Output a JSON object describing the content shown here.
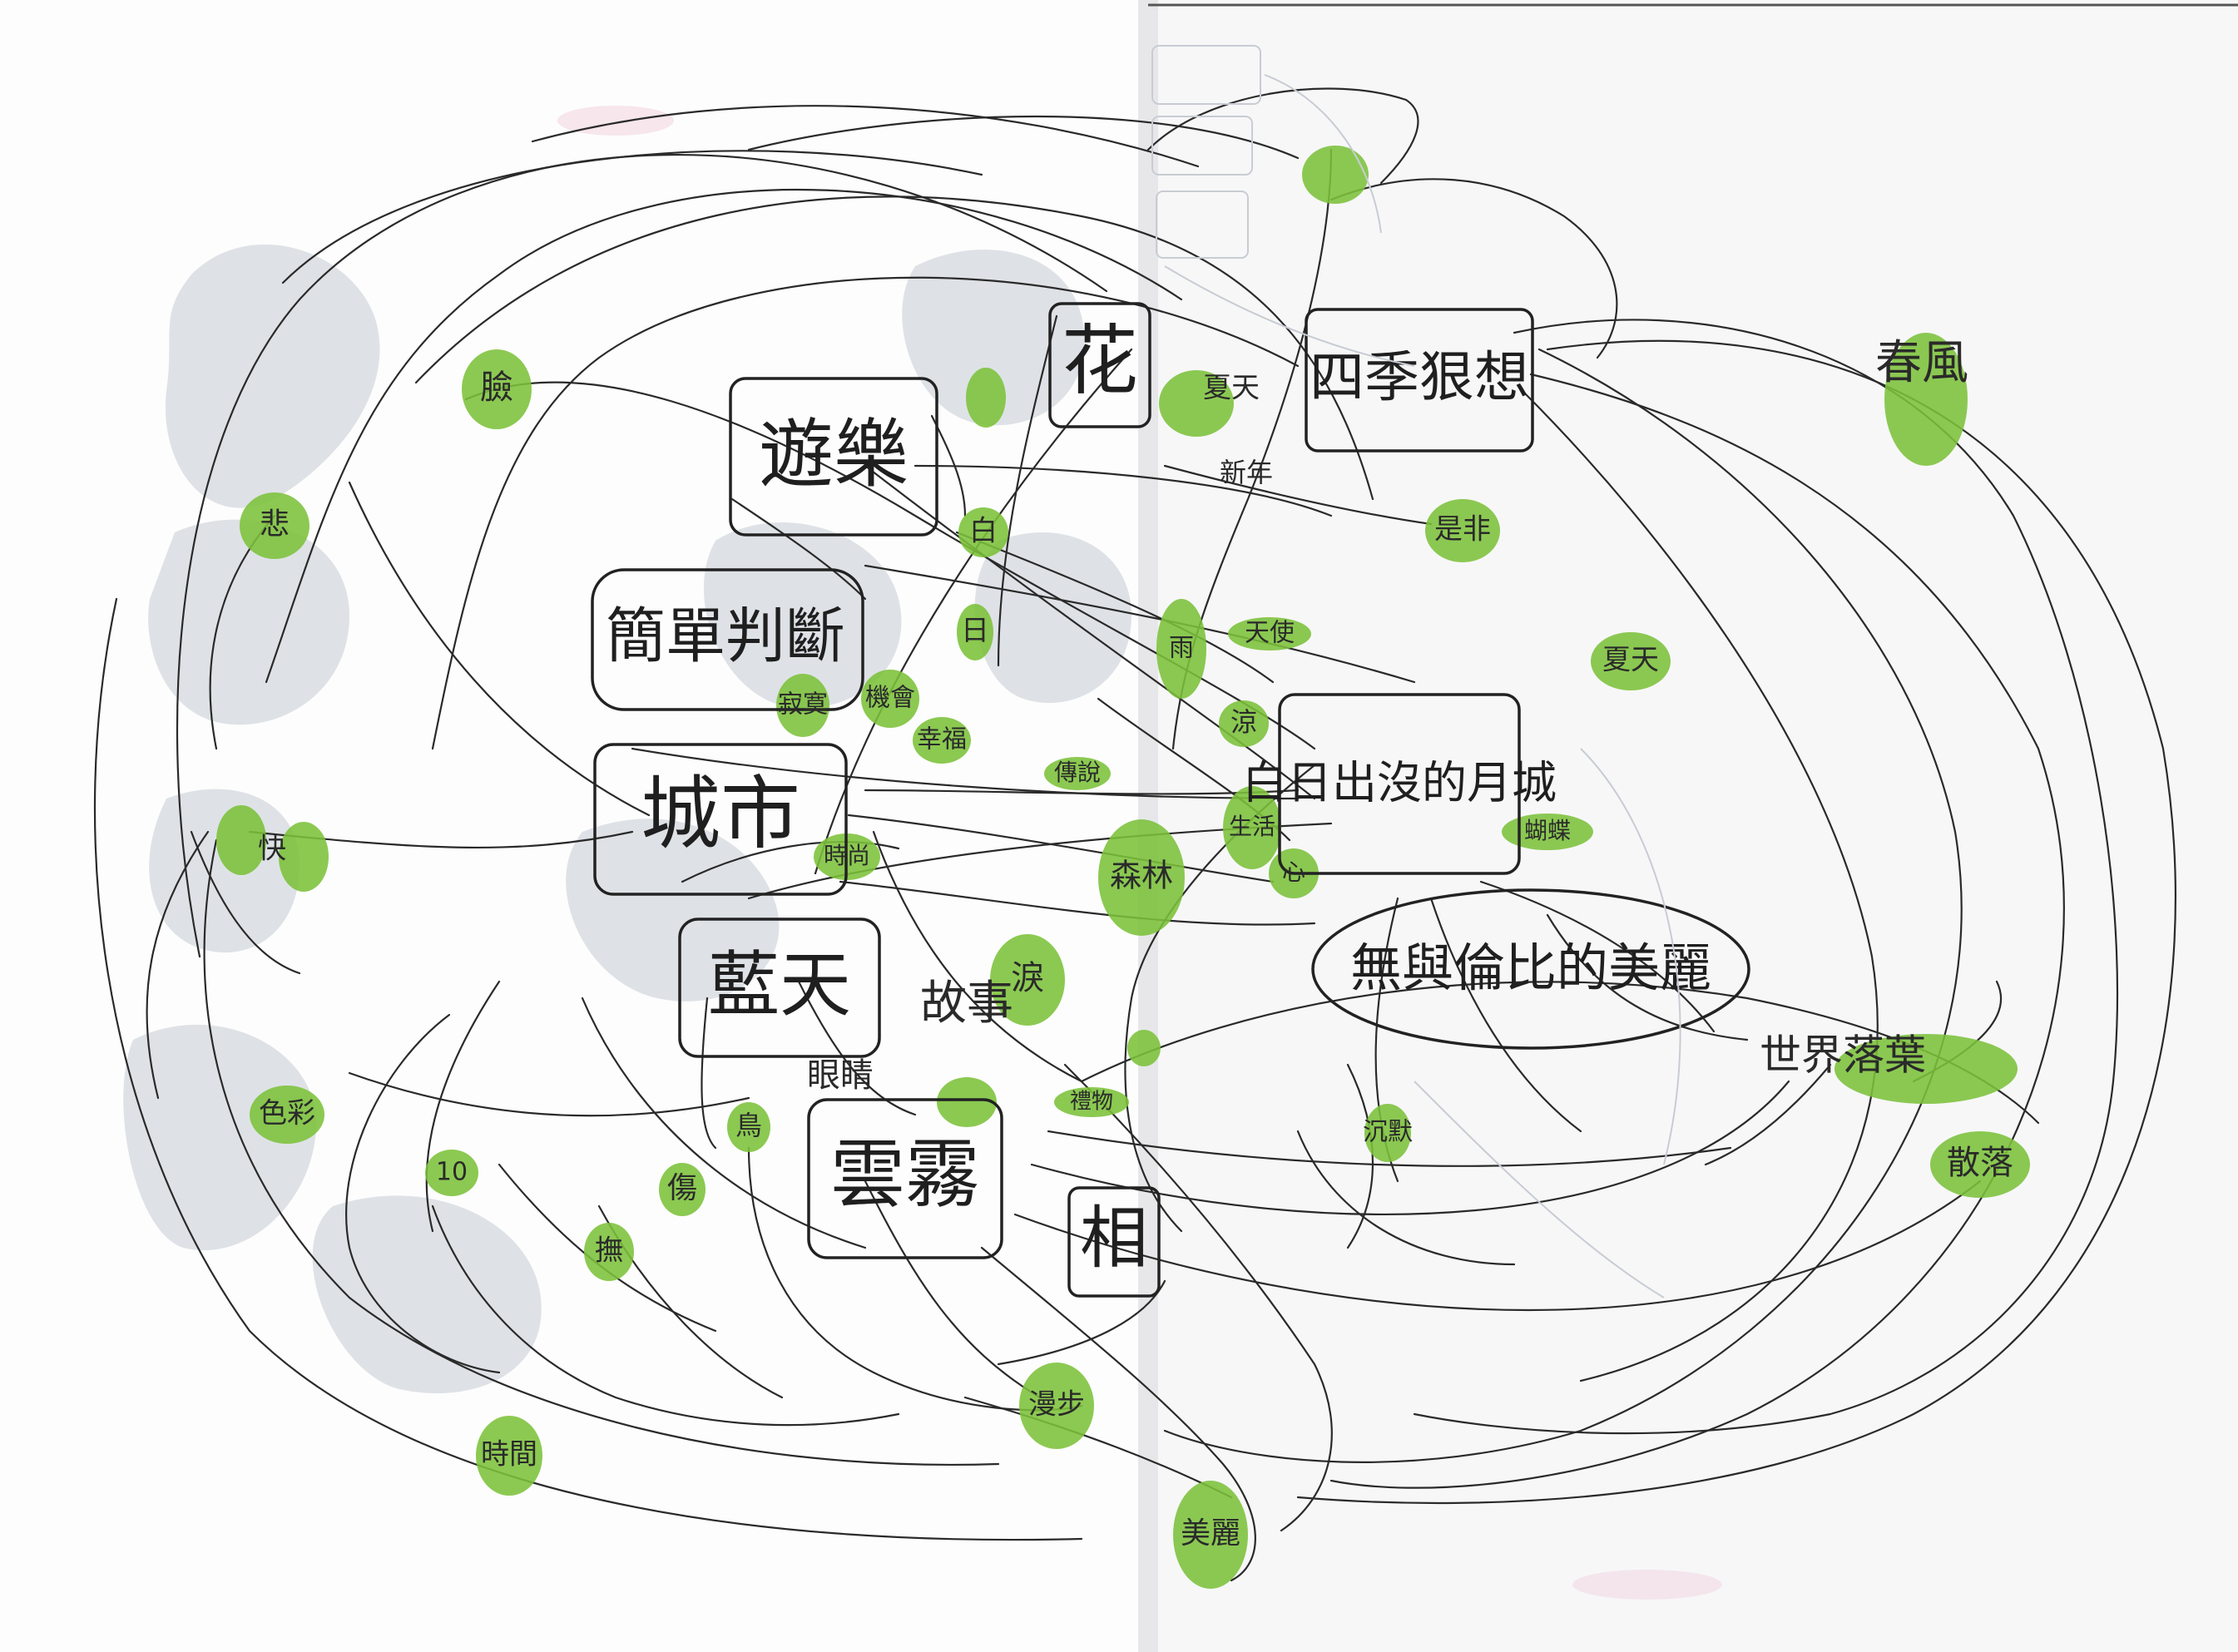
{
  "nodes": [
    {
      "key": "flower",
      "text": "花",
      "kind": "box"
    },
    {
      "key": "play",
      "text": "遊樂",
      "kind": "box"
    },
    {
      "key": "simple",
      "text": "簡單判斷",
      "kind": "box"
    },
    {
      "key": "city",
      "text": "城市",
      "kind": "box"
    },
    {
      "key": "sky",
      "text": "藍天",
      "kind": "box"
    },
    {
      "key": "cloud",
      "text": "雲霧",
      "kind": "box"
    },
    {
      "key": "fourseason",
      "text": "四季狠想",
      "kind": "box"
    },
    {
      "key": "sunrise",
      "text": "白日出沒的月城",
      "kind": "box"
    },
    {
      "key": "beauty",
      "text": "無與倫比的美麗",
      "kind": "ellipse"
    },
    {
      "key": "camera",
      "text": "相",
      "kind": "box"
    }
  ],
  "keywords": [
    {
      "key": "k-face",
      "text": "臉"
    },
    {
      "key": "k-sad",
      "text": "悲"
    },
    {
      "key": "k-happy",
      "text": "快"
    },
    {
      "key": "k-color",
      "text": "色彩"
    },
    {
      "key": "k-white",
      "text": "白"
    },
    {
      "key": "k-sun",
      "text": "日"
    },
    {
      "key": "k-summer",
      "text": "夏天"
    },
    {
      "key": "k-newyear",
      "text": "新年"
    },
    {
      "key": "k-spring",
      "text": "春風"
    },
    {
      "key": "k-fate",
      "text": "是非"
    },
    {
      "key": "k-summer2",
      "text": "夏天"
    },
    {
      "key": "k-angel",
      "text": "天使"
    },
    {
      "key": "k-chance",
      "text": "機會"
    },
    {
      "key": "k-cool",
      "text": "涼"
    },
    {
      "key": "k-rain",
      "text": "雨"
    },
    {
      "key": "k-lonely",
      "text": "寂寞"
    },
    {
      "key": "k-happiness",
      "text": "幸福"
    },
    {
      "key": "k-pass",
      "text": "傳說"
    },
    {
      "key": "k-live",
      "text": "生活"
    },
    {
      "key": "k-butterfly",
      "text": "蝴蝶"
    },
    {
      "key": "k-fashion",
      "text": "時尚"
    },
    {
      "key": "k-world",
      "text": "世界落葉"
    },
    {
      "key": "k-scatter",
      "text": "散落"
    },
    {
      "key": "k-story",
      "text": "故事"
    },
    {
      "key": "k-tears",
      "text": "淚"
    },
    {
      "key": "k-eyes",
      "text": "眼睛"
    },
    {
      "key": "k-forest",
      "text": "森林"
    },
    {
      "key": "k-heart",
      "text": "心"
    },
    {
      "key": "k-gift",
      "text": "禮物"
    },
    {
      "key": "k-bird",
      "text": "鳥"
    },
    {
      "key": "k-wound",
      "text": "傷"
    },
    {
      "key": "k-soft",
      "text": "撫"
    },
    {
      "key": "k-ten",
      "text": "10"
    },
    {
      "key": "k-time",
      "text": "時間"
    },
    {
      "key": "k-silence",
      "text": "沉默"
    },
    {
      "key": "k-walk",
      "text": "漫步"
    },
    {
      "key": "k-beautiful",
      "text": "美麗"
    }
  ],
  "colors": {
    "ink": "#2a2a2a",
    "highlight": "#7cc23a",
    "highlightDark": "#4e9a1e",
    "paper": "#ffffff",
    "wash": "#bcc4cc"
  }
}
